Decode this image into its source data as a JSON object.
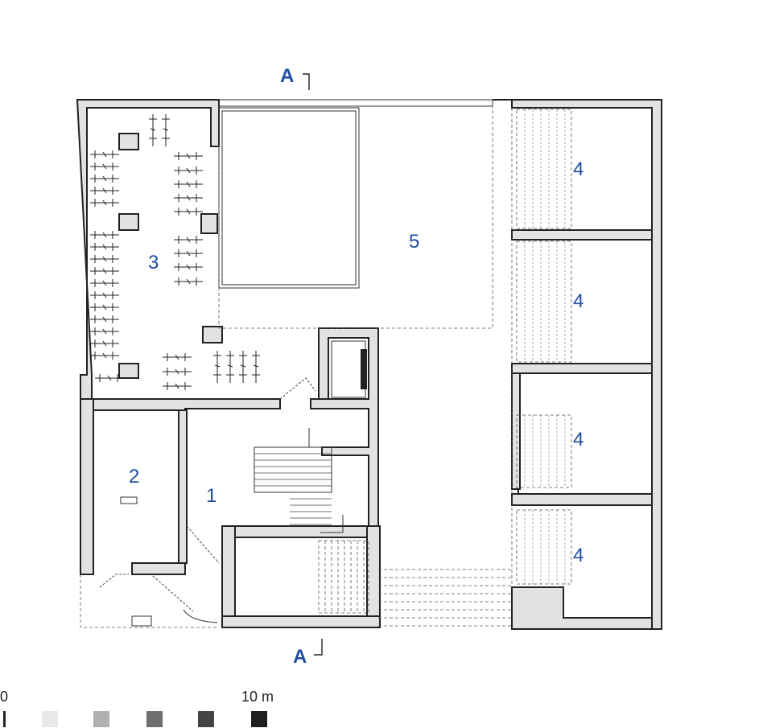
{
  "section_marks": {
    "top": "A",
    "bottom": "A"
  },
  "rooms": [
    {
      "id": "room-1",
      "label": "1"
    },
    {
      "id": "room-2",
      "label": "2"
    },
    {
      "id": "room-3",
      "label": "3"
    },
    {
      "id": "room-5",
      "label": "5"
    },
    {
      "id": "room-4a",
      "label": "4"
    },
    {
      "id": "room-4b",
      "label": "4"
    },
    {
      "id": "room-4c",
      "label": "4"
    },
    {
      "id": "room-4d",
      "label": "4"
    }
  ],
  "scale_bar": {
    "start_label": "0",
    "end_label": "10 m",
    "segment_colors": [
      "#e8e8e8",
      "#b0b0b0",
      "#6e6e6e",
      "#444444",
      "#1e1e1e"
    ]
  }
}
